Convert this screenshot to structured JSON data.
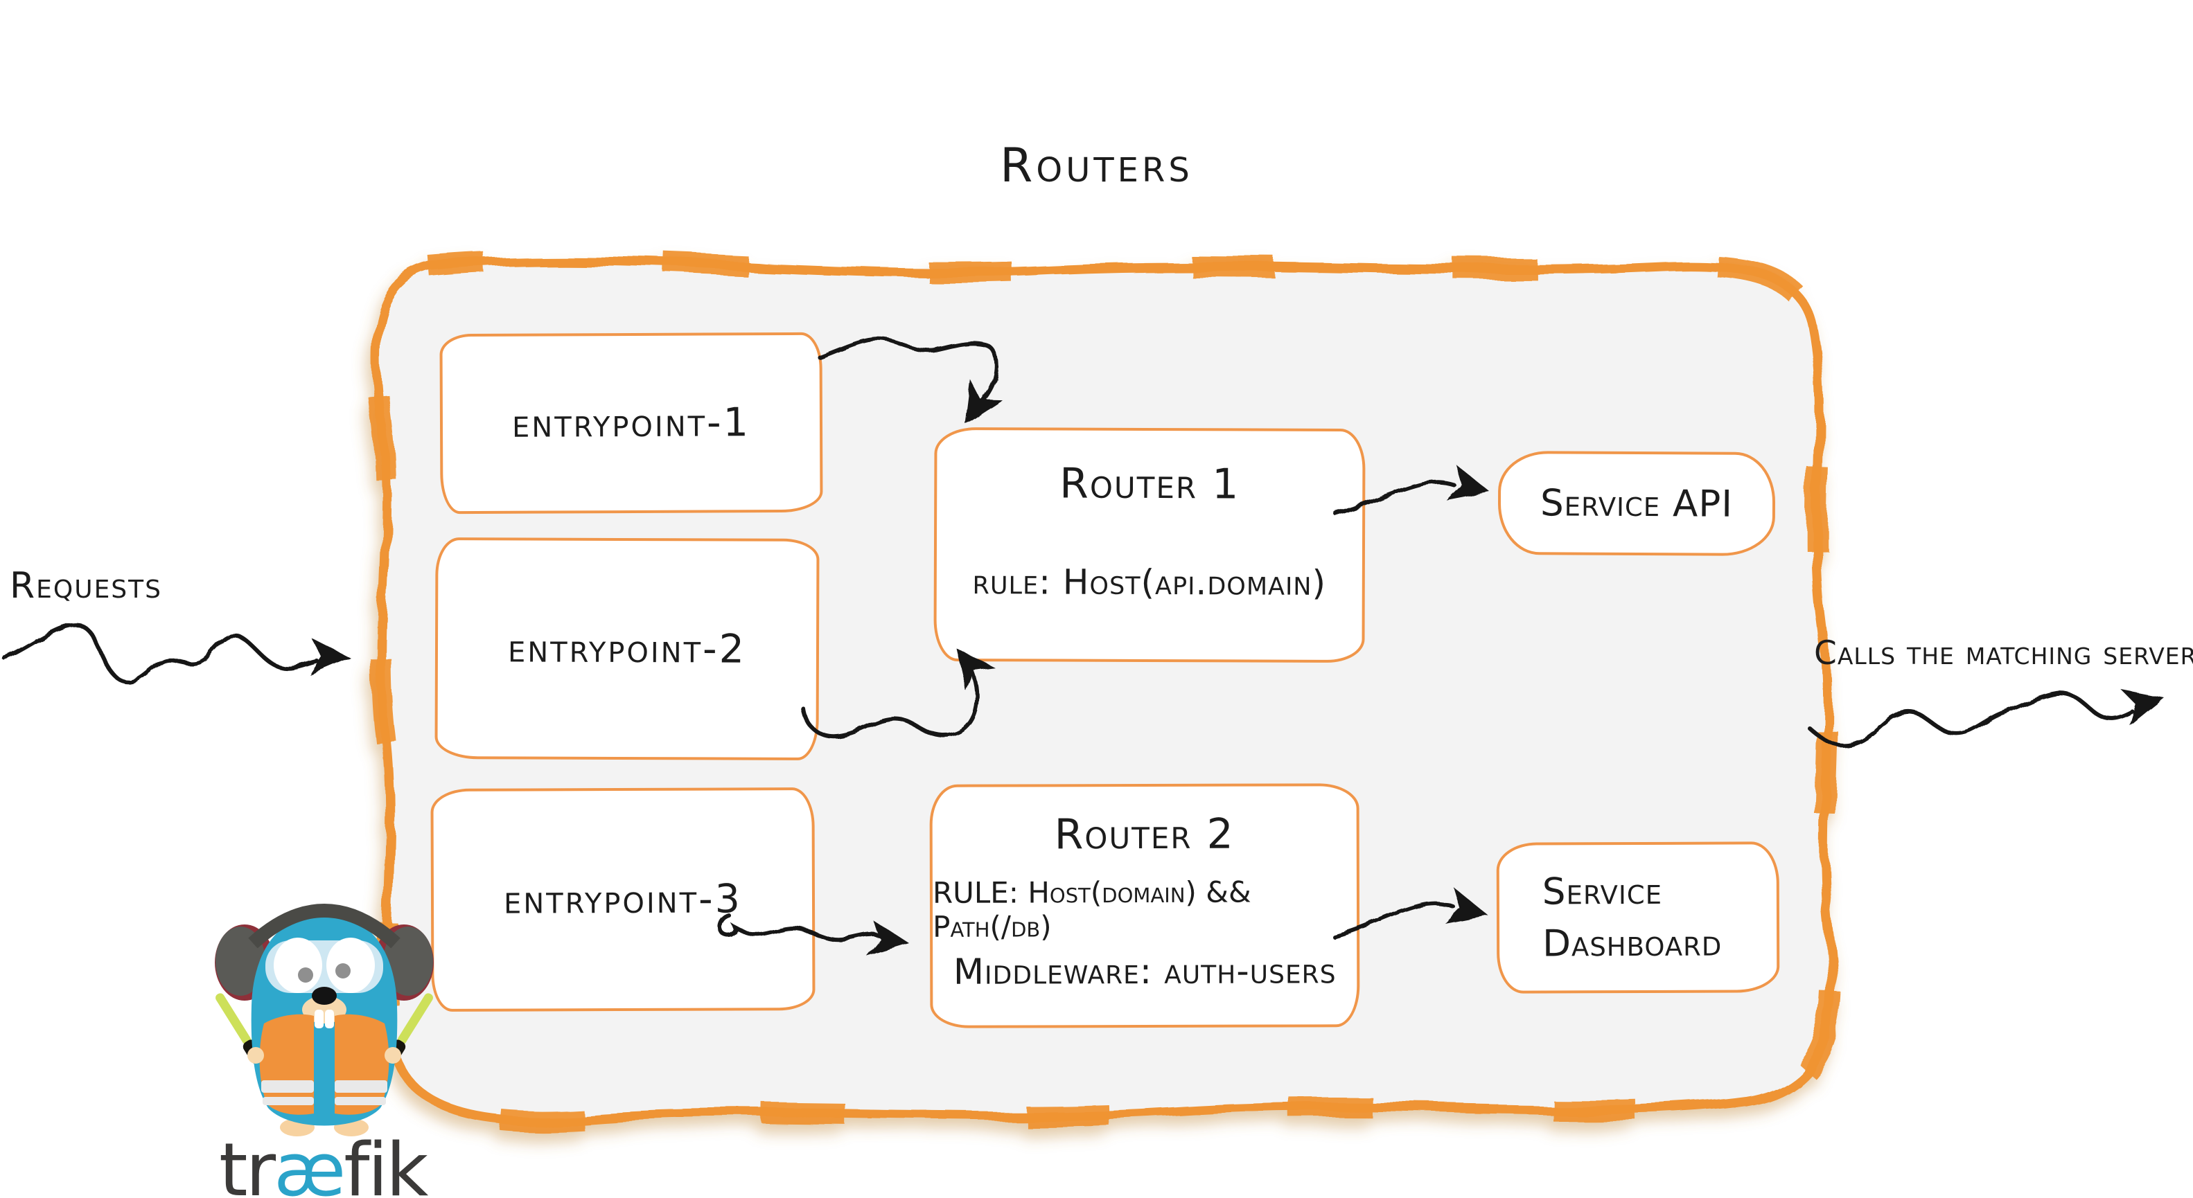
{
  "diagram": {
    "title": "Routers",
    "entrypoints": [
      {
        "label": "entrypoint-1"
      },
      {
        "label": "entrypoint-2"
      },
      {
        "label": "entrypoint-3"
      }
    ],
    "routers": [
      {
        "title": "Router 1",
        "rule": "rule: Host(api.domain)"
      },
      {
        "title": "Router 2",
        "rule": "RULE: Host(domain) && Path(/db)",
        "middleware": "Middleware: auth-users"
      }
    ],
    "services": [
      {
        "lines": [
          "Service API"
        ]
      },
      {
        "lines": [
          "Service",
          "Dashboard"
        ]
      }
    ],
    "annotations": {
      "requests": "Requests",
      "calls": "Calls the matching server"
    },
    "logo": {
      "pre": "tr",
      "ae": "æ",
      "post": "fik"
    },
    "colors": {
      "accent_orange": "#ef9434",
      "box_border_orange": "#f0964a",
      "container_fill": "#f3f3f3",
      "ink": "#1c1c1c",
      "logo_teal": "#2ba3c9",
      "logo_dark": "#3b3a39"
    }
  }
}
